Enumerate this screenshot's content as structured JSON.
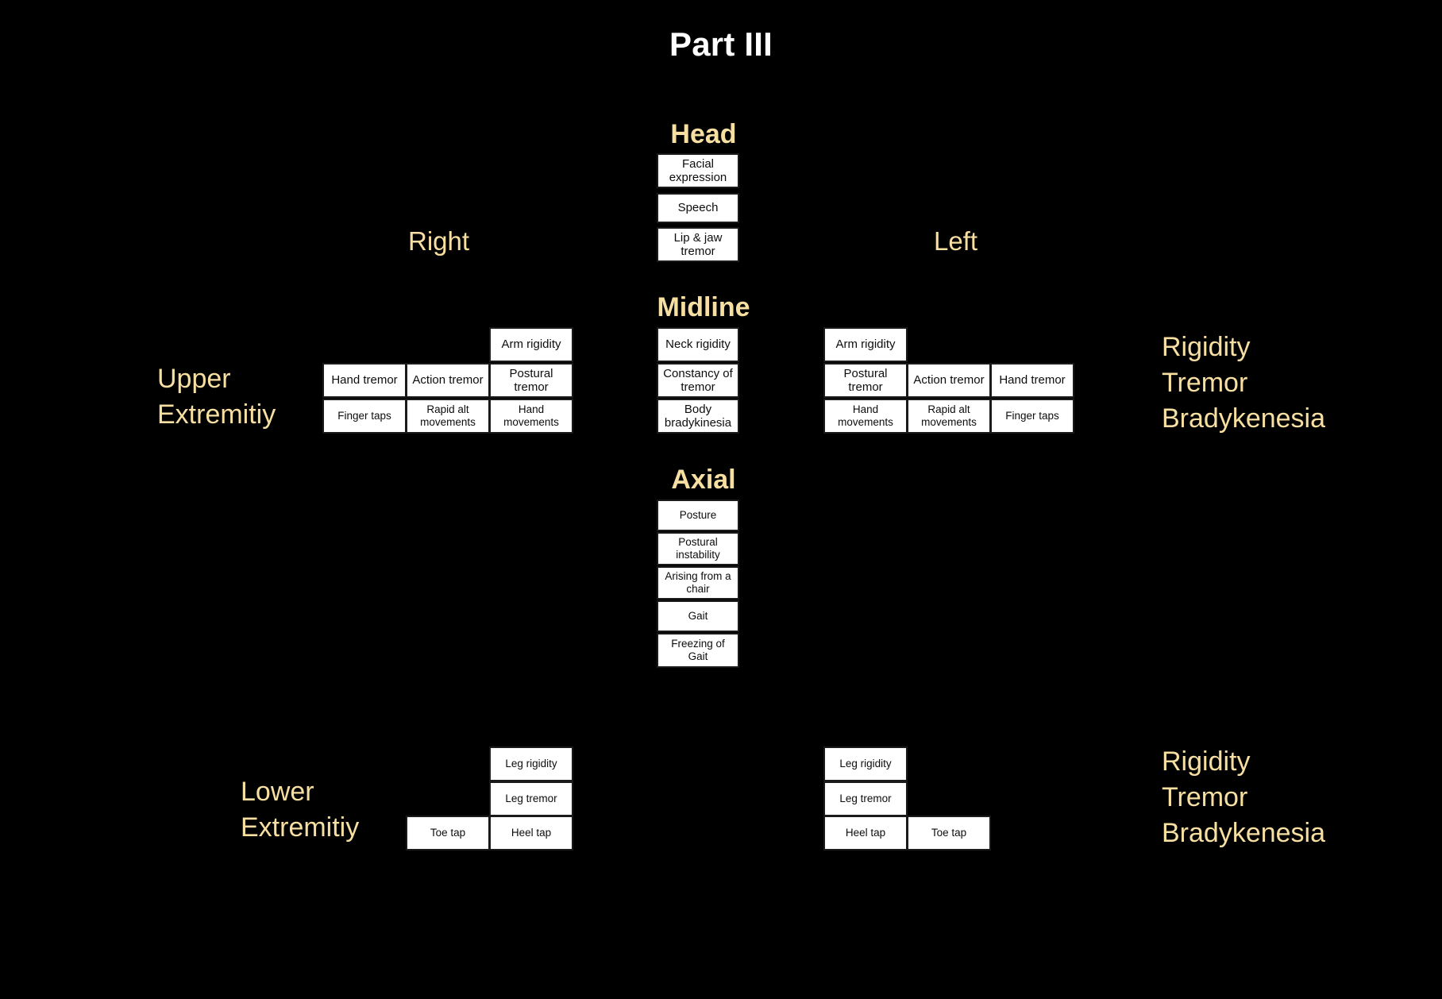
{
  "page": {
    "title": "Part III",
    "background_color": "#000000",
    "accent_color": "#f7dfa1",
    "title_color": "#ffffff",
    "box_fill": "#ffffff",
    "box_text_color": "#0d0d0d"
  },
  "side_labels": {
    "right": "Right",
    "left": "Left"
  },
  "row_labels": {
    "upper_line1": "Upper",
    "upper_line2": "Extremitiy",
    "lower_line1": "Lower",
    "lower_line2": "Extremitiy"
  },
  "domain_labels": {
    "upper": [
      "Rigidity",
      "Tremor",
      "Bradykenesia"
    ],
    "lower": [
      "Rigidity",
      "Tremor",
      "Bradykenesia"
    ]
  },
  "sections": {
    "head": {
      "heading": "Head",
      "items": [
        "Facial expression",
        "Speech",
        "Lip & jaw tremor"
      ]
    },
    "midline": {
      "heading": "Midline",
      "items": [
        "Neck rigidity",
        "Constancy of tremor",
        "Body bradykinesia"
      ]
    },
    "axial": {
      "heading": "Axial",
      "items": [
        "Posture",
        "Postural instability",
        "Arising from a chair",
        "Gait",
        "Freezing of Gait"
      ]
    }
  },
  "upper_extremity": {
    "right": {
      "rigidity_row": [
        "Arm rigidity"
      ],
      "tremor_row": [
        "Hand tremor",
        "Action tremor",
        "Postural tremor"
      ],
      "bradykinesia_row": [
        "Finger taps",
        "Rapid alt movements",
        "Hand movements"
      ]
    },
    "left": {
      "rigidity_row": [
        "Arm rigidity"
      ],
      "tremor_row": [
        "Postural tremor",
        "Action tremor",
        "Hand tremor"
      ],
      "bradykinesia_row": [
        "Hand movements",
        "Rapid alt movements",
        "Finger taps"
      ]
    }
  },
  "lower_extremity": {
    "right": {
      "rigidity_row": [
        "Leg rigidity"
      ],
      "tremor_row": [
        "Leg tremor"
      ],
      "bradykinesia_row": [
        "Toe tap",
        "Heel tap"
      ]
    },
    "left": {
      "rigidity_row": [
        "Leg rigidity"
      ],
      "tremor_row": [
        "Leg tremor"
      ],
      "bradykinesia_row": [
        "Heel tap",
        "Toe tap"
      ]
    }
  }
}
